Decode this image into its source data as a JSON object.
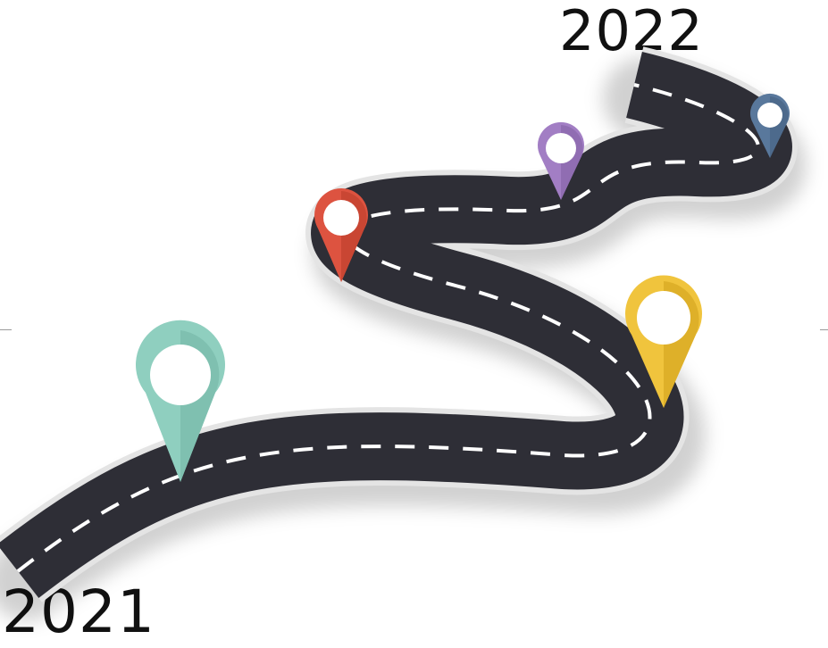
{
  "years": {
    "end": "2022",
    "start": "2021"
  },
  "pins": [
    {
      "name": "teal-pin",
      "color": "#8fcfbf"
    },
    {
      "name": "red-pin",
      "color": "#dd5340"
    },
    {
      "name": "purple-pin",
      "color": "#a27ec4"
    },
    {
      "name": "blue-pin",
      "color": "#59789c"
    },
    {
      "name": "yellow-pin",
      "color": "#f0c43d"
    }
  ],
  "road": {
    "asphalt_color": "#2e2e36",
    "curb_color": "#e4e4e4",
    "lane_color": "#ffffff"
  }
}
